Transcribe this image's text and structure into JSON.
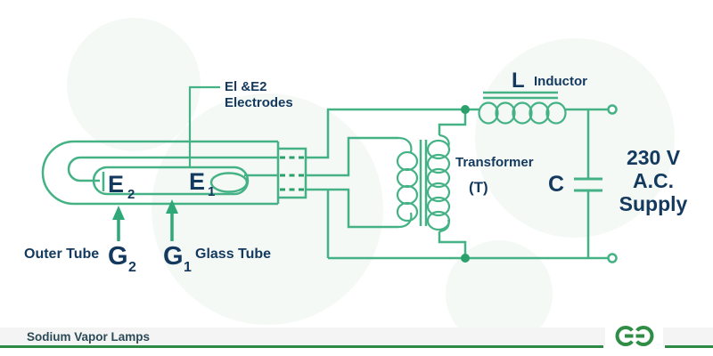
{
  "colors": {
    "wire_green": "#44b285",
    "accent_green": "#2aa06a",
    "text_navy": "#14395e",
    "logo_green": "#2f8d46",
    "footer_band": "#f3f4f3"
  },
  "lamp": {
    "electrode_left_main": "E",
    "electrode_left_sub": "2",
    "electrode_right_main": "E",
    "electrode_right_sub": "1",
    "electrodes_callout_line1": "El &E2",
    "electrodes_callout_line2": "Electrodes",
    "outer_tube_label": "Outer Tube",
    "g2_main": "G",
    "g2_sub": "2",
    "g1_main": "G",
    "g1_sub": "1",
    "glass_tube_label": "Glass Tube"
  },
  "transformer": {
    "name": "Transformer",
    "symbol": "(T)"
  },
  "inductor": {
    "symbol": "L",
    "name": "Inductor"
  },
  "capacitor": {
    "symbol": "C"
  },
  "supply": {
    "voltage": "230 V",
    "current_type": "A.C.",
    "word": "Supply"
  },
  "footer": {
    "title": "Sodium Vapor Lamps"
  }
}
